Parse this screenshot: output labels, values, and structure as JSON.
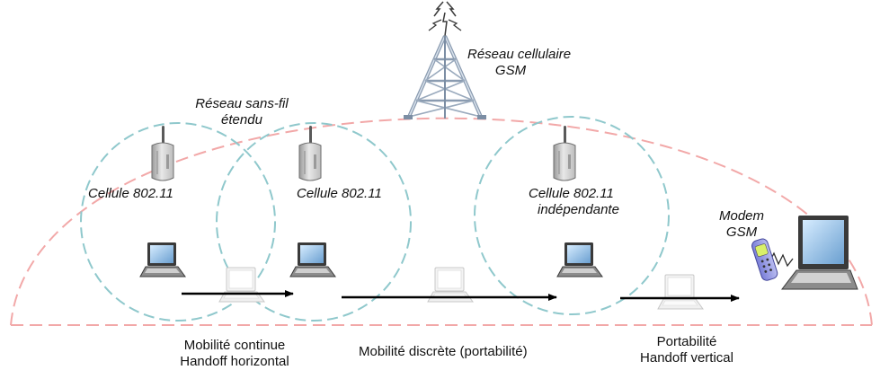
{
  "gsm_network": {
    "label_line1": "Réseau cellulaire",
    "label_line2": "GSM"
  },
  "extended_wireless": {
    "label_line1": "Réseau sans-fil",
    "label_line2": "étendu"
  },
  "cells": [
    {
      "label": "Cellule 802.11"
    },
    {
      "label": "Cellule 802.11"
    },
    {
      "label_line1": "Cellule 802.11",
      "label_line2": "indépendante"
    }
  ],
  "modem": {
    "label_line1": "Modem",
    "label_line2": "GSM"
  },
  "mobility": {
    "continuous_line1": "Mobilité continue",
    "continuous_line2": "Handoff horizontal",
    "discrete": "Mobilité discrète (portabilité)",
    "vertical_line1": "Portabilité",
    "vertical_line2": "Handoff vertical"
  },
  "colors": {
    "gsm_boundary": "#f2a8a8",
    "wifi_boundary": "#8fc8cc",
    "arrow": "#000000"
  }
}
